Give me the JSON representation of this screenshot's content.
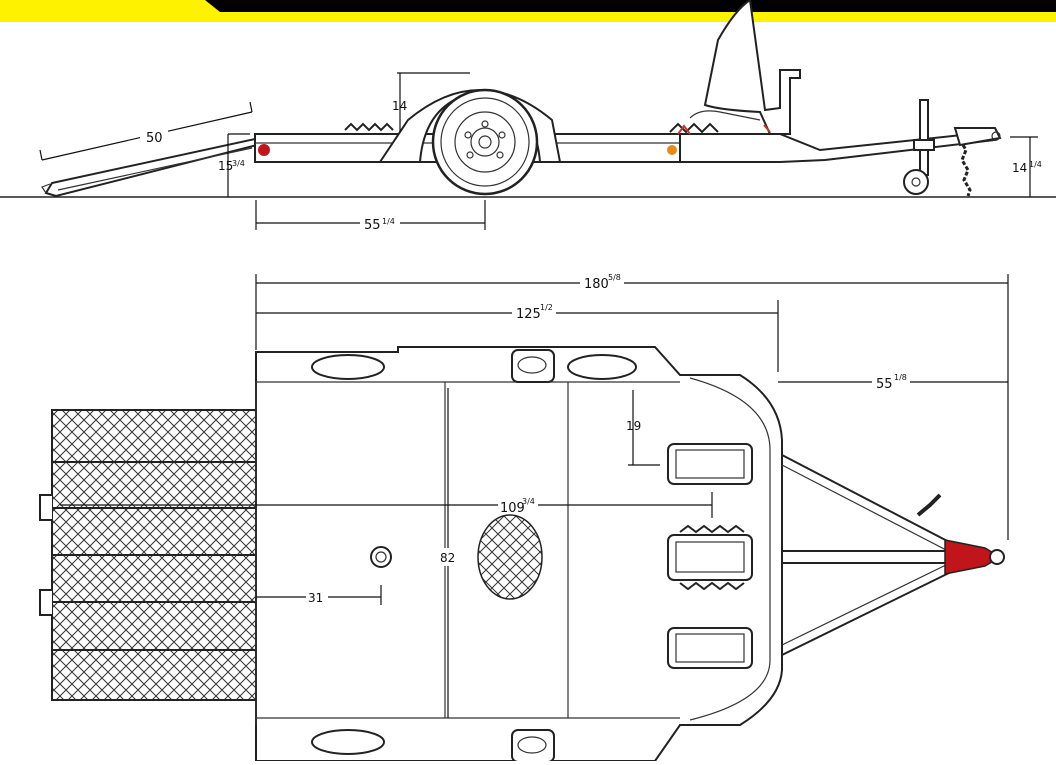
{
  "colors": {
    "banner_yellow": "#fff200",
    "banner_black": "#000000",
    "reflector_red": "#c0151a",
    "reflector_amber": "#e88a1a",
    "wheel_chock_red": "#c0392b",
    "line": "#222222"
  },
  "side_view": {
    "dims": {
      "ramp_length": "50",
      "fender_height": "14",
      "deck_height_whole": "15",
      "deck_height_frac": "3/4",
      "axle_position_whole": "55",
      "axle_position_frac": "1/4",
      "hitch_height_whole": "14",
      "hitch_height_frac": "1/4"
    }
  },
  "top_view": {
    "dims": {
      "overall_length_whole": "180",
      "overall_length_frac": "5/8",
      "bed_length_whole": "125",
      "bed_length_frac": "1/2",
      "tongue_length_whole": "55",
      "tongue_length_frac": "1/8",
      "inner_width": "19",
      "bed_reach_whole": "109",
      "bed_reach_frac": "3/4",
      "width": "82",
      "center_offset": "31"
    }
  },
  "icons": [
    "wheel-icon",
    "reflector-icon",
    "jack-wheel-icon",
    "safety-chain-icon",
    "coupler-icon",
    "mesh-ramp-icon",
    "tie-down-icon"
  ]
}
